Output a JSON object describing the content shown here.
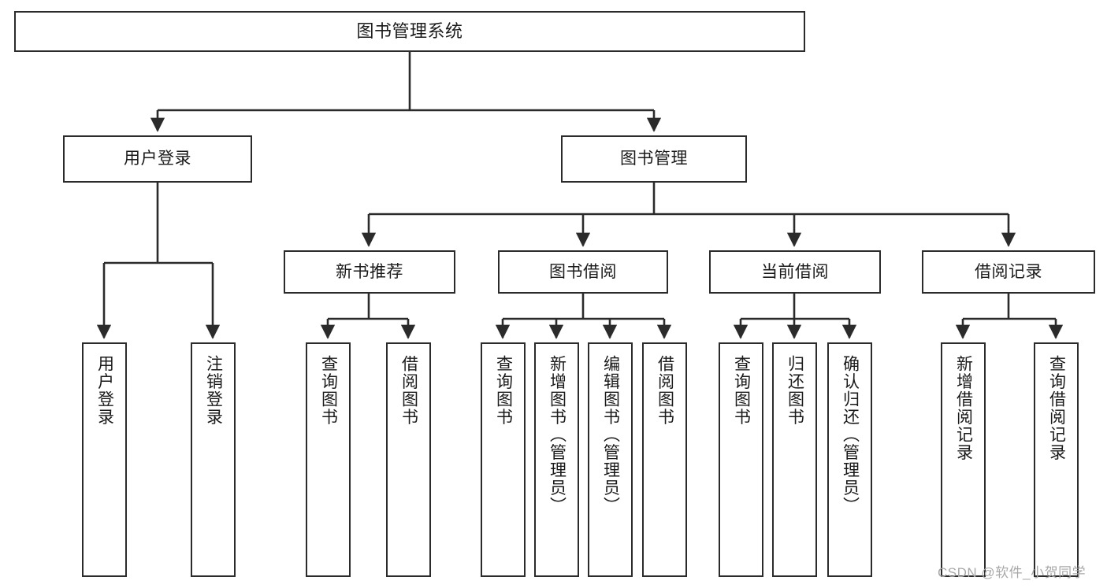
{
  "diagram": {
    "title": "图书管理系统",
    "root": {
      "label": "图书管理系统"
    },
    "level2": [
      {
        "label": "用户登录"
      },
      {
        "label": "图书管理"
      }
    ],
    "level3": [
      {
        "label": "新书推荐"
      },
      {
        "label": "图书借阅"
      },
      {
        "label": "当前借阅"
      },
      {
        "label": "借阅记录"
      }
    ],
    "leaves": [
      {
        "label": "用户登录",
        "parent": "用户登录"
      },
      {
        "label": "注销登录",
        "parent": "用户登录"
      },
      {
        "label": "查询图书",
        "parent": "新书推荐"
      },
      {
        "label": "借阅图书",
        "parent": "新书推荐"
      },
      {
        "label": "查询图书",
        "parent": "图书借阅"
      },
      {
        "label": "新增图书（管理员）",
        "parent": "图书借阅"
      },
      {
        "label": "编辑图书（管理员）",
        "parent": "图书借阅"
      },
      {
        "label": "借阅图书",
        "parent": "图书借阅"
      },
      {
        "label": "查询图书",
        "parent": "当前借阅"
      },
      {
        "label": "归还图书",
        "parent": "当前借阅"
      },
      {
        "label": "确认归还（管理员）",
        "parent": "当前借阅"
      },
      {
        "label": "新增借阅记录",
        "parent": "借阅记录"
      },
      {
        "label": "查询借阅记录",
        "parent": "借阅记录"
      }
    ],
    "watermark": "CSDN @软件_小贺同学",
    "colors": {
      "stroke": "#2b2b2b",
      "fill": "#ffffff",
      "text": "#1a1a1a",
      "watermark": "#a8a8a8"
    }
  }
}
